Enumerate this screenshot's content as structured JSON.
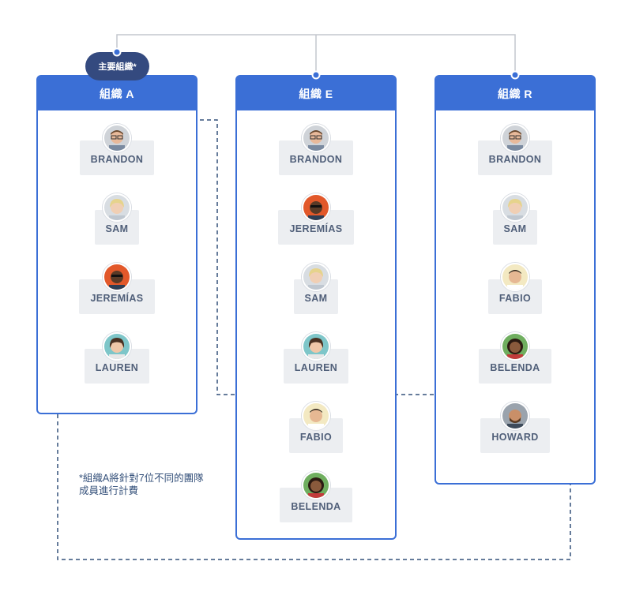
{
  "primary_tag": "主要組織*",
  "note": "*組織A將針對7位不同的團隊成員進行計費",
  "orgs": [
    {
      "title": "組織 A",
      "members": [
        "BRANDON",
        "SAM",
        "JEREMÍAS",
        "LAUREN"
      ]
    },
    {
      "title": "組織 E",
      "members": [
        "BRANDON",
        "JEREMÍAS",
        "SAM",
        "LAUREN",
        "FABIO",
        "BELENDA"
      ]
    },
    {
      "title": "組織 R",
      "members": [
        "BRANDON",
        "SAM",
        "FABIO",
        "BELENDA",
        "HOWARD"
      ]
    }
  ],
  "colors": {
    "org_blue": "#3b6fd6",
    "tag_navy": "#344a7f",
    "chip_bg": "#eceef1",
    "chip_text": "#505f79",
    "dash": "#34507a"
  }
}
